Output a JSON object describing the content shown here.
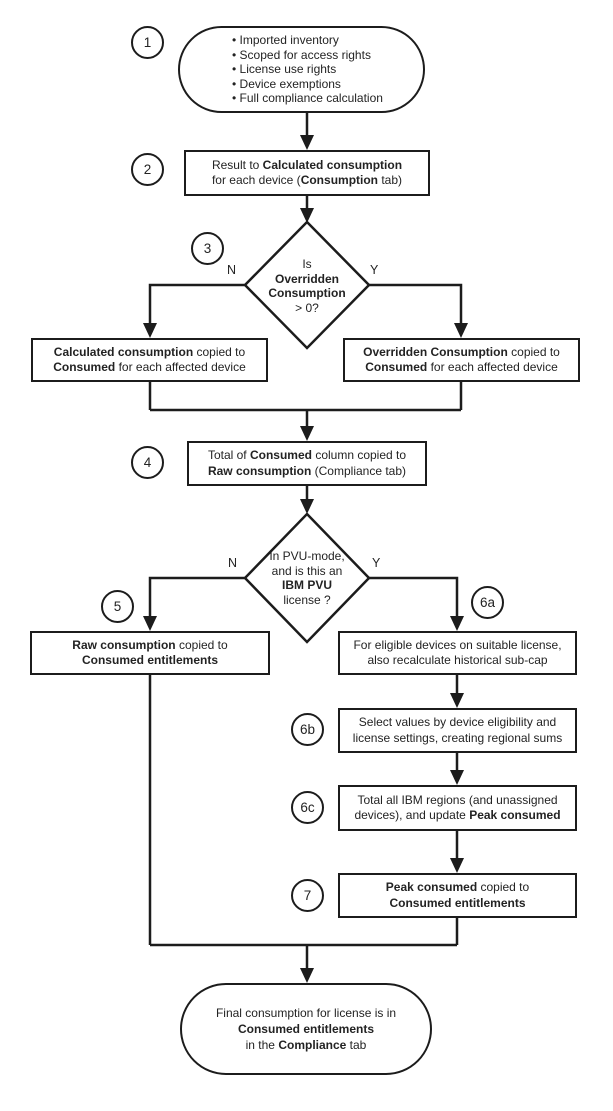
{
  "colors": {
    "ink": "#1c1c1c",
    "background": "#ffffff"
  },
  "badges": {
    "s1": "1",
    "s2": "2",
    "s3": "3",
    "s4": "4",
    "s5": "5",
    "s6a": "6a",
    "s6b": "6b",
    "s6c": "6c",
    "s7": "7"
  },
  "branch_labels": {
    "d1_no": "N",
    "d1_yes": "Y",
    "d2_no": "N",
    "d2_yes": "Y"
  },
  "nodes": {
    "start": {
      "bullets": [
        "Imported inventory",
        "Scoped for access rights",
        "License use rights",
        "Device exemptions",
        "Full compliance calculation"
      ]
    },
    "box2": {
      "lines": [
        [
          {
            "t": "Result to ",
            "b": false
          },
          {
            "t": "Calculated consumption",
            "b": true
          }
        ],
        [
          {
            "t": "for each device (",
            "b": false
          },
          {
            "t": "Consumption",
            "b": true
          },
          {
            "t": " tab)",
            "b": false
          }
        ]
      ]
    },
    "decision1": {
      "lines": [
        [
          {
            "t": "Is",
            "b": false
          }
        ],
        [
          {
            "t": "Overridden",
            "b": true
          }
        ],
        [
          {
            "t": "Consumption",
            "b": true
          }
        ],
        [
          {
            "t": "> 0?",
            "b": false
          }
        ]
      ]
    },
    "box_no_copy": {
      "lines": [
        [
          {
            "t": "Calculated consumption",
            "b": true
          },
          {
            "t": " copied to",
            "b": false
          }
        ],
        [
          {
            "t": "Consumed",
            "b": true
          },
          {
            "t": " for each affected device",
            "b": false
          }
        ]
      ]
    },
    "box_yes_copy": {
      "lines": [
        [
          {
            "t": "Overridden Consumption",
            "b": true
          },
          {
            "t": " copied to",
            "b": false
          }
        ],
        [
          {
            "t": "Consumed",
            "b": true
          },
          {
            "t": " for each affected device",
            "b": false
          }
        ]
      ]
    },
    "box4": {
      "lines": [
        [
          {
            "t": "Total of ",
            "b": false
          },
          {
            "t": "Consumed",
            "b": true
          },
          {
            "t": " column copied to",
            "b": false
          }
        ],
        [
          {
            "t": "Raw consumption",
            "b": true
          },
          {
            "t": " (Compliance tab)",
            "b": false
          }
        ]
      ]
    },
    "decision2": {
      "lines": [
        [
          {
            "t": "In PVU-mode,",
            "b": false
          }
        ],
        [
          {
            "t": "and is this an",
            "b": false
          }
        ],
        [
          {
            "t": "IBM PVU",
            "b": true
          }
        ],
        [
          {
            "t": "license ?",
            "b": false
          }
        ]
      ]
    },
    "box5": {
      "lines": [
        [
          {
            "t": "Raw consumption",
            "b": true
          },
          {
            "t": " copied to",
            "b": false
          }
        ],
        [
          {
            "t": "Consumed entitlements",
            "b": true
          }
        ]
      ]
    },
    "box6a": {
      "lines": [
        [
          {
            "t": "For eligible devices on suitable license,",
            "b": false
          }
        ],
        [
          {
            "t": "also recalculate historical sub-cap",
            "b": false
          }
        ]
      ]
    },
    "box6b": {
      "lines": [
        [
          {
            "t": "Select values by device eligibility and",
            "b": false
          }
        ],
        [
          {
            "t": "license settings, creating regional sums",
            "b": false
          }
        ]
      ]
    },
    "box6c": {
      "lines": [
        [
          {
            "t": "Total all IBM regions (and unassigned",
            "b": false
          }
        ],
        [
          {
            "t": "devices), and update ",
            "b": false
          },
          {
            "t": "Peak consumed",
            "b": true
          }
        ]
      ]
    },
    "box7": {
      "lines": [
        [
          {
            "t": "Peak consumed",
            "b": true
          },
          {
            "t": " copied to",
            "b": false
          }
        ],
        [
          {
            "t": "Consumed entitlements",
            "b": true
          }
        ]
      ]
    },
    "end": {
      "lines": [
        [
          {
            "t": "Final consumption for license is in",
            "b": false
          }
        ],
        [
          {
            "t": "Consumed entitlements",
            "b": true
          }
        ],
        [
          {
            "t": "in the ",
            "b": false
          },
          {
            "t": "Compliance",
            "b": true
          },
          {
            "t": " tab",
            "b": false
          }
        ]
      ]
    }
  }
}
